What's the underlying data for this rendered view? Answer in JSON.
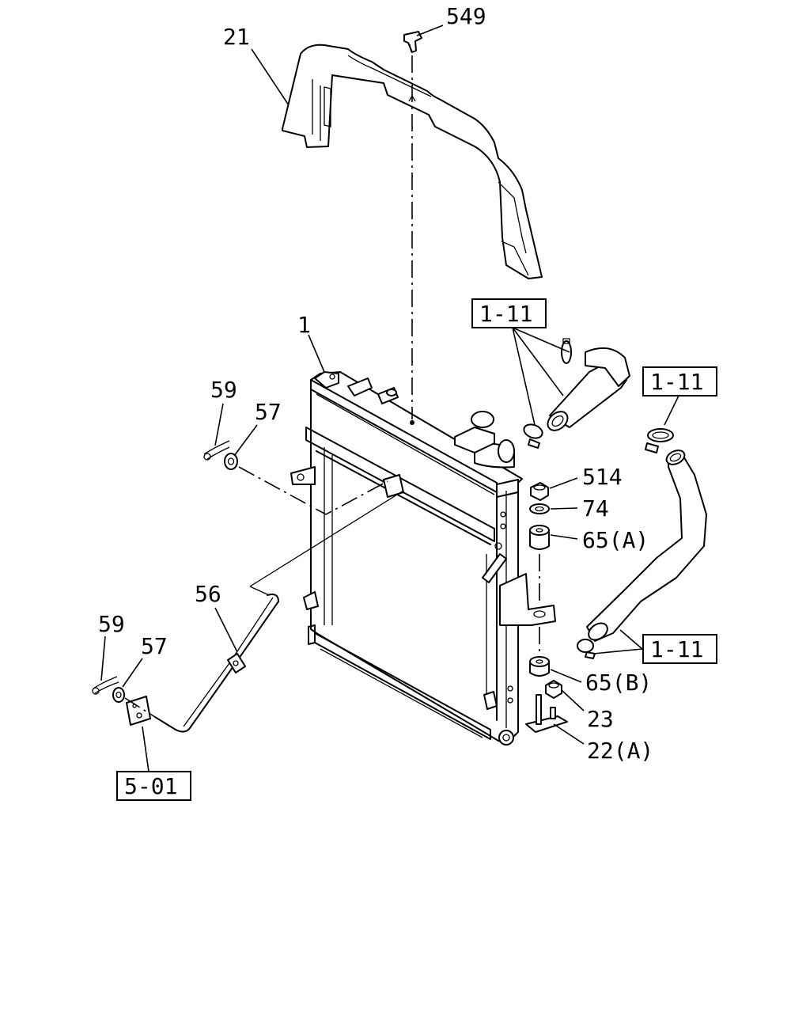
{
  "callouts": {
    "p549": "549",
    "p21": "21",
    "p1": "1",
    "p59a": "59",
    "p57a": "57",
    "p514": "514",
    "p74": "74",
    "p65a": "65(A)",
    "p56": "56",
    "p59b": "59",
    "p57b": "57",
    "p65b": "65(B)",
    "p23": "23",
    "p22a": "22(A)"
  },
  "references": {
    "ref_top": "1-11",
    "ref_right": "1-11",
    "ref_lower": "1-11",
    "ref_bottom": "5-01"
  }
}
